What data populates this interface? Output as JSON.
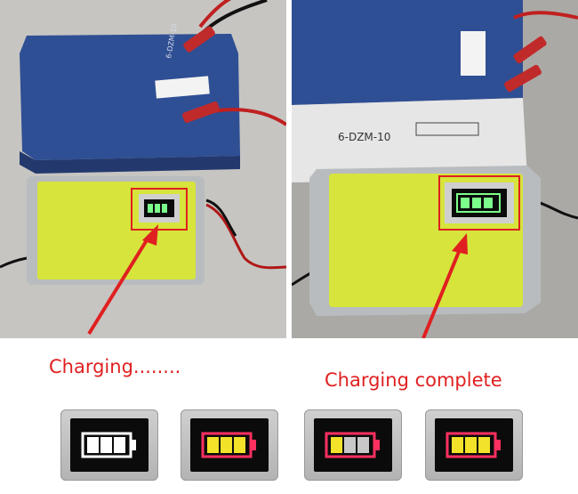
{
  "captions": {
    "charging": "Charging........",
    "complete": "Charging complete"
  },
  "battery_label": {
    "left_code": "6-DZM-10",
    "right_code": "6-DZM-10"
  },
  "charger": {
    "color": "#d6e43c",
    "frame_color": "#b9bcbf"
  },
  "indicators": [
    {
      "name": "all-white",
      "outline": "#ffffff",
      "bars": [
        "#ffffff",
        "#ffffff",
        "#ffffff"
      ]
    },
    {
      "name": "red-yellow",
      "outline": "#ff3060",
      "bars": [
        "#f2e22a",
        "#f2e22a",
        "#f2e22a"
      ]
    },
    {
      "name": "red-grey-mix",
      "outline": "#ff3060",
      "bars": [
        "#f2e22a",
        "#c8c8c8",
        "#c8c8c8"
      ]
    },
    {
      "name": "red-full-yellow",
      "outline": "#ff3060",
      "bars": [
        "#f2e22a",
        "#f2e22a",
        "#f2e22a"
      ]
    }
  ],
  "colors": {
    "arrow": "#e02020",
    "battery_blue": "#2b4f9a",
    "highlight_box": "#e02020"
  }
}
